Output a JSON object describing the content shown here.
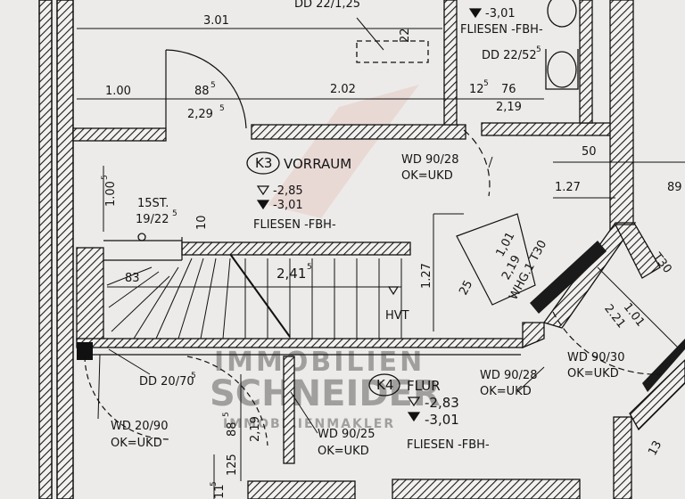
{
  "rooms": {
    "k3": {
      "id": "K3",
      "name": "VORRAUM",
      "level_top": "-2,85",
      "level_bottom": "-3,01",
      "floor": "FLIESEN -FBH-"
    },
    "k4": {
      "id": "K4",
      "name": "FLUR",
      "level_top": "-2,83",
      "level_bottom": "-3,01",
      "floor": "FLIESEN -FBH-"
    },
    "top_right": {
      "level_bottom": "-3,01",
      "floor": "FLIESEN -FBH-"
    }
  },
  "openings": {
    "dd_top": "DD 22/1,25",
    "dd_right": "DD 22/52",
    "dd_right_sup": "5",
    "wd_90_28_a": "WD 90/28",
    "ok_ukd_a": "OK=UKD",
    "wd_90_28_b": "WD 90/28",
    "ok_ukd_b": "OK=UKD",
    "wd_90_30": "WD 90/30",
    "ok_ukd_c": "OK=UKD",
    "wd_20_90": "WD 20/90",
    "ok_ukd_d": "OK=UKD",
    "wd_90_25": "WD 90/25",
    "ok_ukd_e": "OK=UKD",
    "dd_20_70": "DD 20/70",
    "dd_20_70_sup": "5"
  },
  "stair": {
    "steps": "15ST.",
    "ratio": "19/22",
    "ratio_sup": "5",
    "width": "83",
    "landing": "2,41",
    "landing_sup": "5",
    "rise_mark": "10",
    "hvt": "HVT",
    "side": "1.27"
  },
  "dimensions": {
    "d301": "3.01",
    "d100": "1.00",
    "d88": "88",
    "d88_sup": "5",
    "d229": "2,29",
    "d229_sup": "5",
    "d202": "2.02",
    "d12": "12",
    "d12_sup": "5",
    "d76": "76",
    "d219": "2,19",
    "d22": "22",
    "d1005": "1.00",
    "d1005_sup": "5",
    "d50": "50",
    "d127": "1.27",
    "d89": "89",
    "diag_101": "1,01",
    "diag_219": "2,19",
    "whg": "WHG.1 T30",
    "d25": "25",
    "t30": "T30",
    "r101": "1.01",
    "r221": "2.21",
    "bottom_88": "88",
    "bottom_88_sup": "5",
    "bottom_219": "2,19",
    "bottom_125": "125",
    "bottom_11": "11",
    "bottom_11_sup": "5",
    "bottom_13": "13"
  },
  "watermark": {
    "line1": "IMMOBILIEN",
    "line2": "SCHNEIDER",
    "line3": "IMMOBILIENMAKLER"
  }
}
